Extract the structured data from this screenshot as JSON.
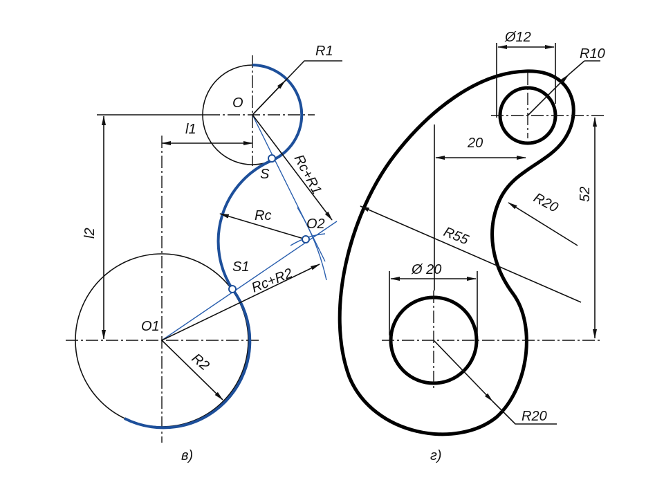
{
  "left_figure": {
    "caption": "в)",
    "labels": {
      "O": "O",
      "O1": "O1",
      "O2": "O2",
      "S": "S",
      "S1": "S1",
      "R1": "R1",
      "R2": "R2",
      "Rc": "Rc",
      "Rc_R1": "Rc+R1",
      "Rc_R2": "Rc+R2",
      "l1": "l1",
      "l2": "l2"
    }
  },
  "right_figure": {
    "caption": "г)",
    "dimensions": {
      "dia_small": "Ø12",
      "r_top": "R10",
      "horiz": "20",
      "r_concave": "R20",
      "vert": "52",
      "r_big": "R55",
      "dia_big": "Ø 20",
      "r_bottom": "R20"
    }
  },
  "colors": {
    "blue": "#1d4f9a",
    "ink": "#111111"
  }
}
